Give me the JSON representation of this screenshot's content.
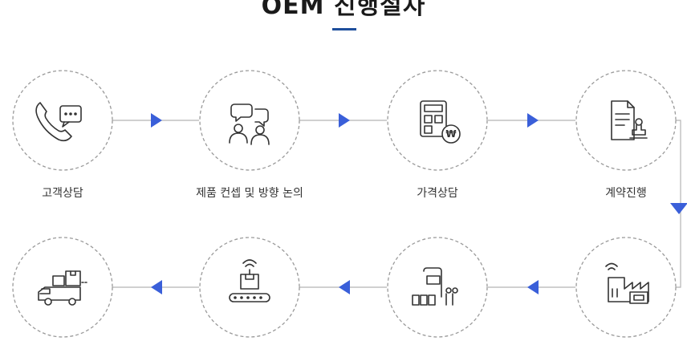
{
  "title": "OEM 진행절차",
  "colors": {
    "accent": "#1e4e9c",
    "arrow": "#3a5fd9",
    "line": "#b5b5b5",
    "icon": "#333333"
  },
  "steps": [
    {
      "label": "고객상담",
      "icon": "phone-chat-icon"
    },
    {
      "label": "제품 컨셉 및 방향 논의",
      "icon": "discussion-icon"
    },
    {
      "label": "가격상담",
      "icon": "calculator-won-icon"
    },
    {
      "label": "계약진행",
      "icon": "contract-stamp-icon"
    }
  ],
  "steps_row2": [
    {
      "icon": "smart-factory-icon"
    },
    {
      "icon": "production-machine-icon"
    },
    {
      "icon": "conveyor-package-icon"
    },
    {
      "icon": "delivery-truck-icon"
    }
  ]
}
